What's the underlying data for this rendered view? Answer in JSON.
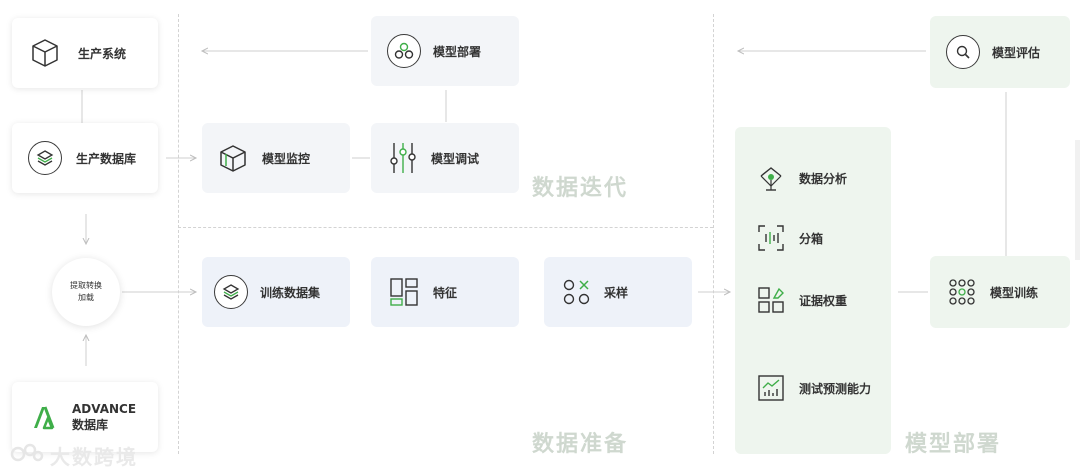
{
  "left": {
    "production_system": "生产系统",
    "production_db": "生产数据库",
    "etl_line1": "提取转换",
    "etl_line2": "加载",
    "advance_line1": "ADVANCE",
    "advance_line2": "数据库"
  },
  "iteration": {
    "deploy": "模型部署",
    "monitor": "模型监控",
    "tuning": "模型调试",
    "label": "数据迭代"
  },
  "preparation": {
    "training_set": "训练数据集",
    "features": "特征",
    "sampling": "采样",
    "label": "数据准备"
  },
  "analysis": {
    "items": [
      "数据分析",
      "分箱",
      "证据权重",
      "测试预测能力"
    ]
  },
  "deployment": {
    "evaluate": "模型评估",
    "train": "模型训练",
    "label": "模型部署"
  },
  "watermark": "大数跨境",
  "colors": {
    "accent_green": "#3fae49",
    "section_label": "#cfd8cf"
  }
}
